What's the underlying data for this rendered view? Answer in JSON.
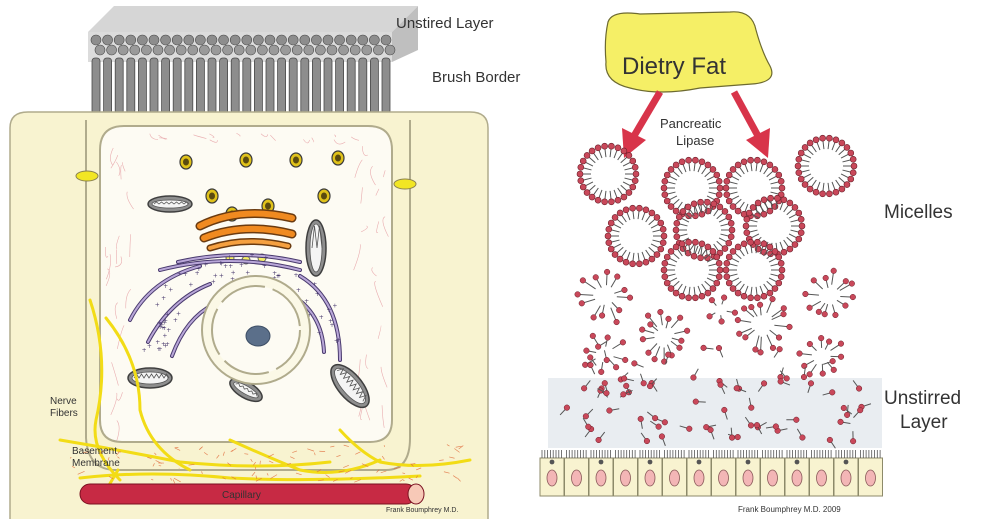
{
  "left_panel": {
    "unstirred_layer_label": "Unstired Layer",
    "brush_border_label": "Brush Border",
    "nerve_fibers_label_line1": "Nerve",
    "nerve_fibers_label_line2": "Fibers",
    "basement_membrane_label_line1": "Basement",
    "basement_membrane_label_line2": "Membrane",
    "capillary_label": "Capillary",
    "credit": "Frank Boumphrey M.D."
  },
  "right_panel": {
    "dietary_fat_label": "Dietry Fat",
    "pancreatic_lipase_line1": "Pancreatic",
    "pancreatic_lipase_line2": "Lipase",
    "micelles_label": "Micelles",
    "unstirred_layer_line1": "Unstirred",
    "unstirred_layer_line2": "Layer",
    "credit": "Frank Boumphrey M.D. 2009"
  },
  "colors": {
    "cell_fill": "#f8f3d0",
    "cell_outline": "#a8a488",
    "fat_yellow": "#f5ef66",
    "lipase_arrow": "#d8344a",
    "lipid_head": "#c9485a",
    "capillary": "#c72a44",
    "nerve": "#f2dc16",
    "unstirred_band": "#e9edf1"
  }
}
